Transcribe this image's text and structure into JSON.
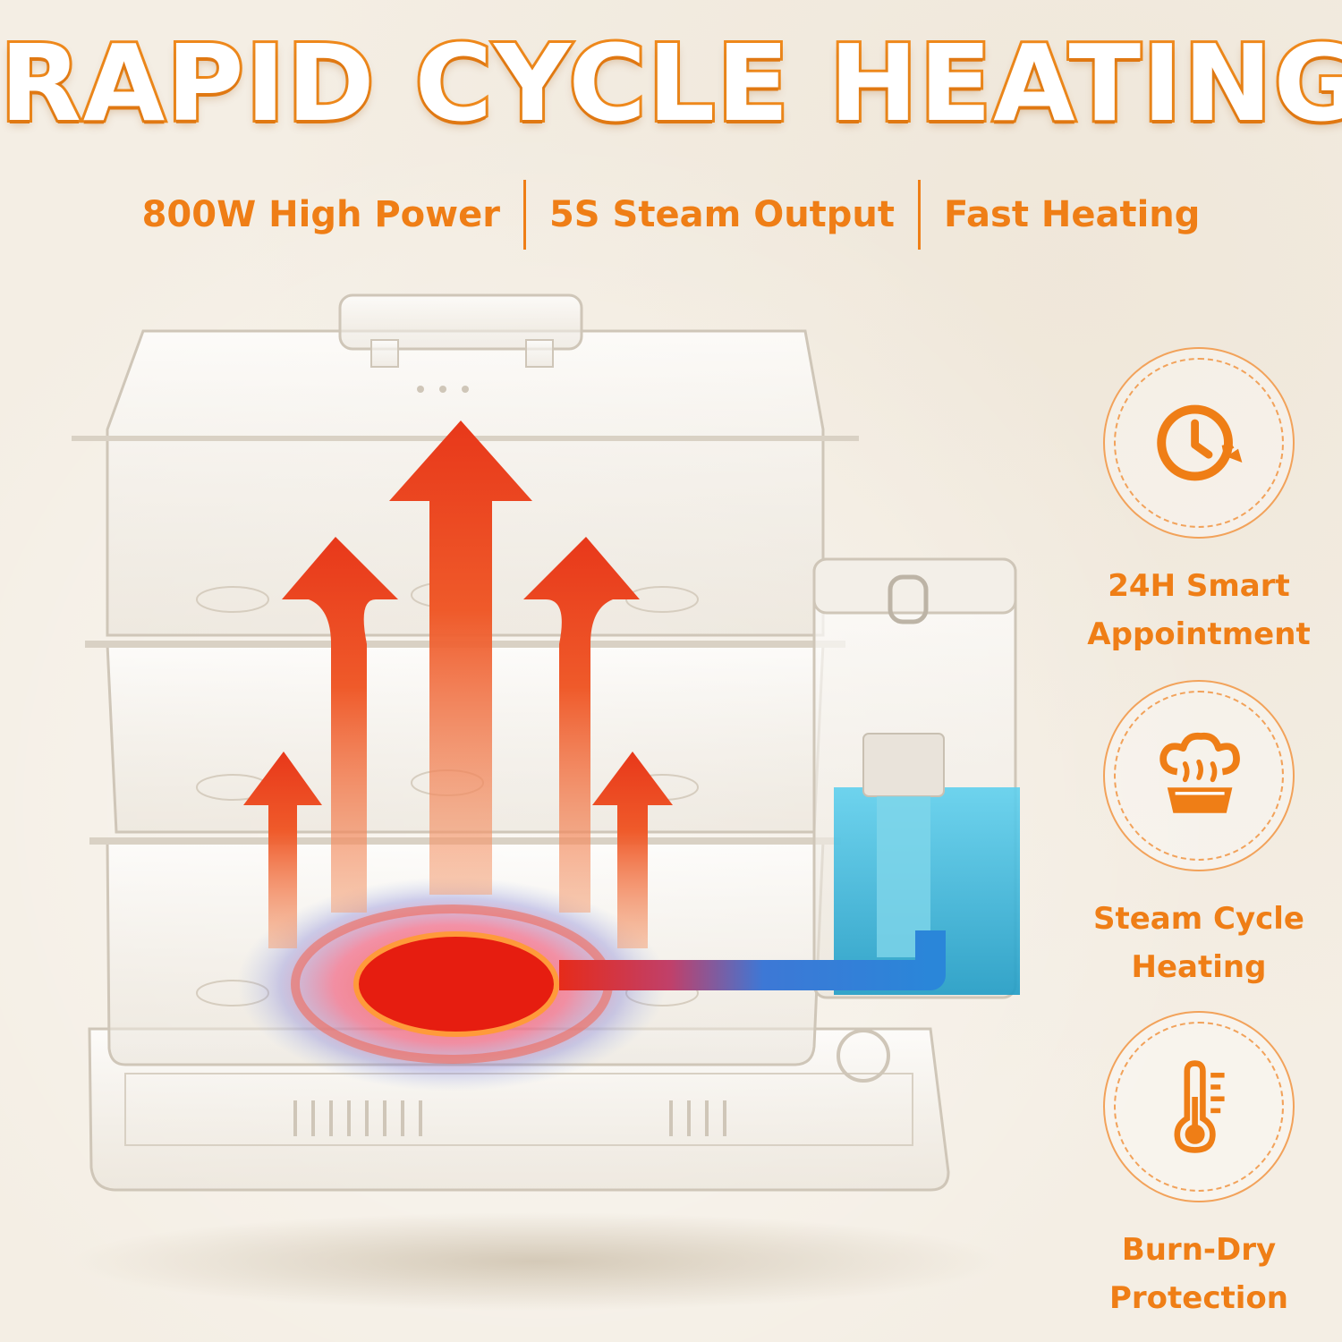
{
  "headline": "RAPID CYCLE HEATING",
  "subhead": {
    "items": [
      "800W High Power",
      "5S Steam Output",
      "Fast Heating"
    ]
  },
  "features": [
    {
      "icon": "clock-icon",
      "lines": [
        "24H Smart",
        "Appointment"
      ]
    },
    {
      "icon": "chef-hat-icon",
      "lines": [
        "Steam Cycle",
        "Heating"
      ]
    },
    {
      "icon": "thermometer-icon",
      "lines": [
        "Burn-Dry",
        "Protection"
      ]
    }
  ],
  "colors": {
    "accent": "#ef7e16",
    "background": "#f4eee4",
    "heat": "#e8381a",
    "water": "#3bb8d8"
  }
}
